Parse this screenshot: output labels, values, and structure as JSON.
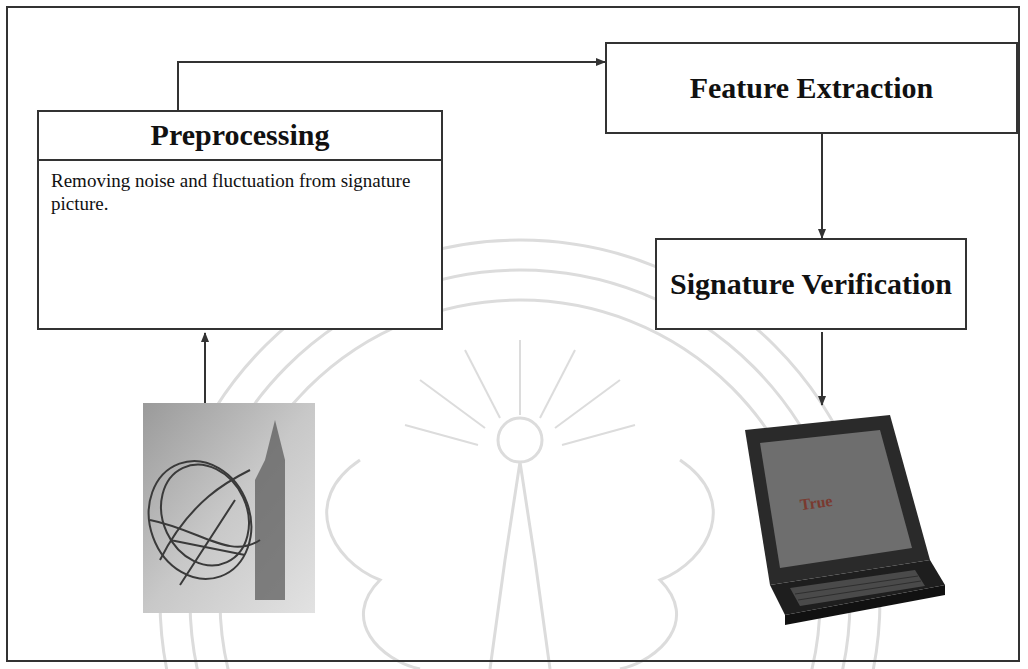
{
  "diagram": {
    "nodes": [
      {
        "text": [
          "Preprocessing",
          "Removing noise and fluctuation from signature picture."
        ]
      },
      {
        "text": [
          "Feature Extraction"
        ]
      },
      {
        "text": [
          "Signature Verification"
        ]
      }
    ],
    "edges": [
      {
        "from": 0,
        "to": 1,
        "arrow": "to"
      },
      {
        "from": 1,
        "to": 2,
        "arrow": "to"
      }
    ],
    "labels": [
      "True"
    ]
  }
}
